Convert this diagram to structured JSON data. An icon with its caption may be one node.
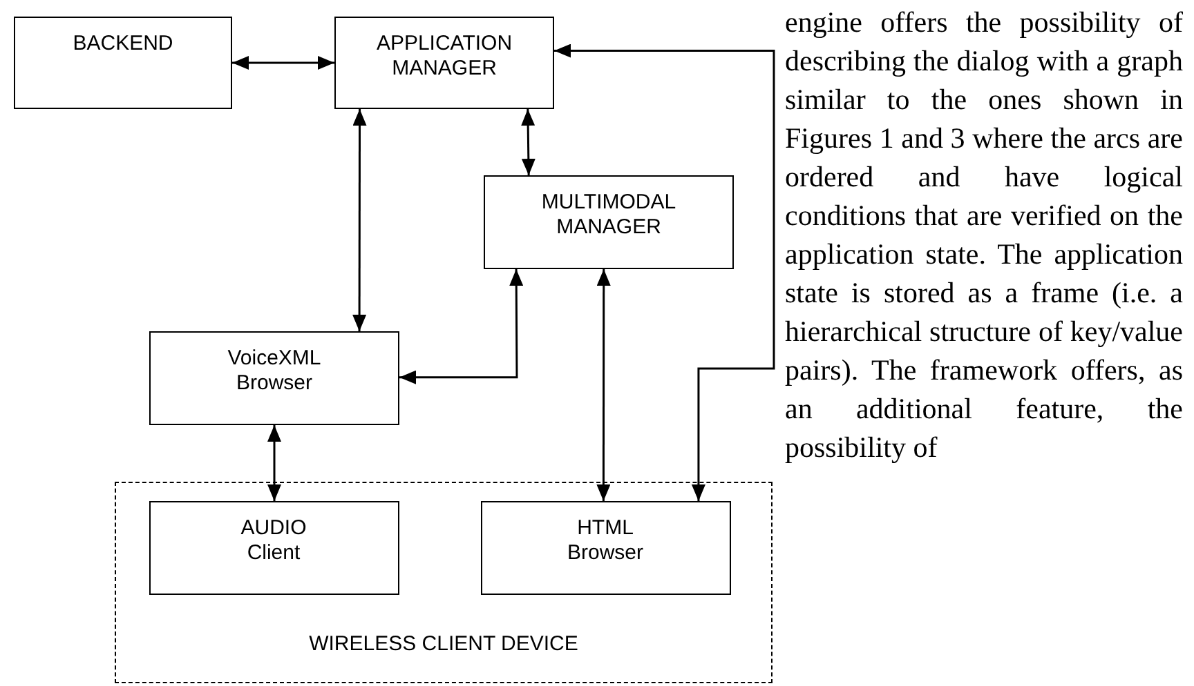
{
  "diagram": {
    "nodes": [
      {
        "text": [
          "BACKEND"
        ]
      },
      {
        "text": [
          "APPLICATION MANAGER"
        ]
      },
      {
        "text": [
          "MULTIMODAL MANAGER"
        ]
      },
      {
        "text": [
          "VoiceXML Browser"
        ]
      },
      {
        "text": [
          "WIRELESS CLIENT DEVICE"
        ]
      },
      {
        "text": [
          "AUDIO Client"
        ],
        "in": 4
      },
      {
        "text": [
          "HTML Browser"
        ],
        "in": 4
      }
    ],
    "edges": [
      {
        "from": 0,
        "to": 1,
        "arrow": "both"
      },
      {
        "from": 1,
        "to": 2,
        "arrow": "both"
      },
      {
        "from": 1,
        "to": 3,
        "arrow": "both"
      },
      {
        "from": 3,
        "to": 2,
        "arrow": "both"
      },
      {
        "from": 2,
        "to": 6,
        "arrow": "both"
      },
      {
        "from": 1,
        "to": 6,
        "arrow": "both"
      },
      {
        "from": 3,
        "to": 5,
        "arrow": "both"
      }
    ],
    "labels": [
      "engine offers the possibility of describing the dialog with a graph similar to the ones shown in Figures 1 and 3 where the arcs are ordered and have logical conditions that are verified on the application state. The application state is stored as a frame (i.e. a hierarchical structure of key/value pairs). The framework offers, as an additional feature, the possibility of"
    ]
  }
}
